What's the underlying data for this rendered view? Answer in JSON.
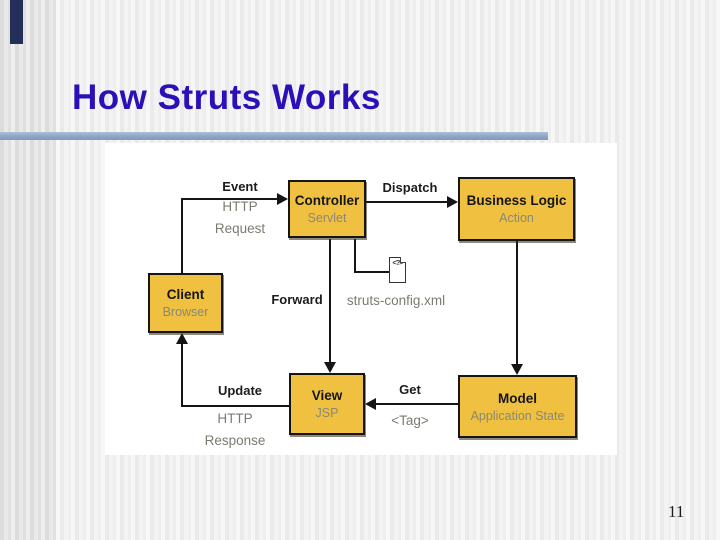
{
  "slide": {
    "title": "How Struts Works",
    "page_number": "11"
  },
  "colors": {
    "title_text": "#2a10b8",
    "underline_accent": "#8ea6c4",
    "node_fill": "#f0c040",
    "node_border": "#151515",
    "navy_corner_mark": "#232f58",
    "secondary_text": "#7d7b70"
  },
  "diagram": {
    "nodes": {
      "controller": {
        "title": "Controller",
        "subtitle": "Servlet"
      },
      "business_logic": {
        "title": "Business Logic",
        "subtitle": "Action"
      },
      "client": {
        "title": "Client",
        "subtitle": "Browser"
      },
      "view": {
        "title": "View",
        "subtitle": "JSP"
      },
      "model": {
        "title": "Model",
        "subtitle": "Application State"
      }
    },
    "labels": {
      "event": "Event",
      "http_request_1": "HTTP",
      "http_request_2": "Request",
      "dispatch": "Dispatch",
      "forward": "Forward",
      "config_file": "struts-config.xml",
      "update": "Update",
      "http_response_1": "HTTP",
      "http_response_2": "Response",
      "get": "Get",
      "tag": "<Tag>"
    },
    "config_icon_glyph": "<?>"
  }
}
